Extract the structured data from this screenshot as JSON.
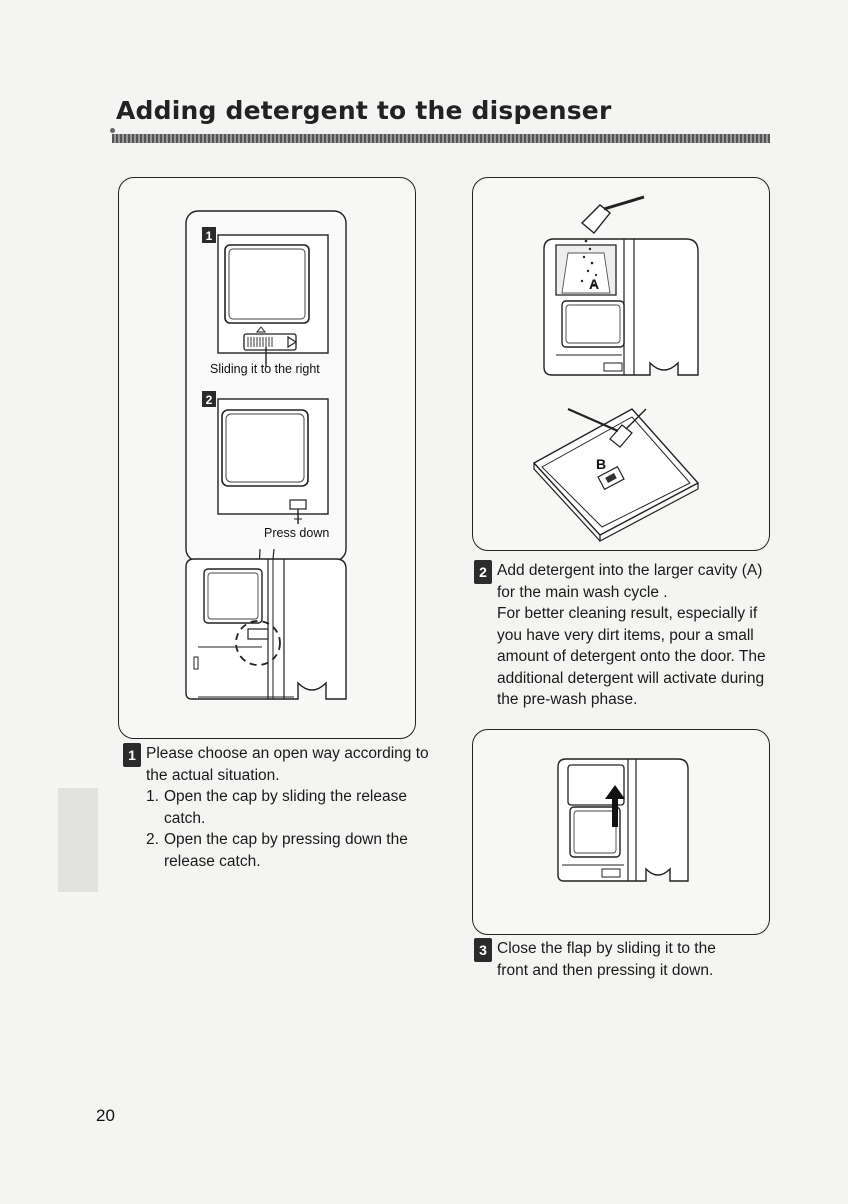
{
  "page": {
    "title": "Adding detergent to the dispenser",
    "page_number": "20"
  },
  "figure1": {
    "panel1_number": "1",
    "panel1_caption": "Sliding it to the right",
    "panel2_number": "2",
    "panel2_caption": "Press down"
  },
  "figure2": {
    "label_a": "A",
    "label_b": "B"
  },
  "step1": {
    "number": "1",
    "intro": "Please choose an open way according to the actual situation.",
    "items": [
      {
        "num": "1.",
        "text": "Open the cap by sliding the  release catch."
      },
      {
        "num": "2.",
        "text": "Open the cap by pressing down the release catch."
      }
    ]
  },
  "step2": {
    "number": "2",
    "line1": "Add detergent into the larger cavity (A) for the main wash cycle .",
    "line2": "For better cleaning result, especially if you have very dirt items, pour a small amount of detergent onto the door. The additional detergent will activate during the pre-wash phase."
  },
  "step3": {
    "number": "3",
    "text": "Close the flap by sliding it to the front and then pressing it down."
  }
}
